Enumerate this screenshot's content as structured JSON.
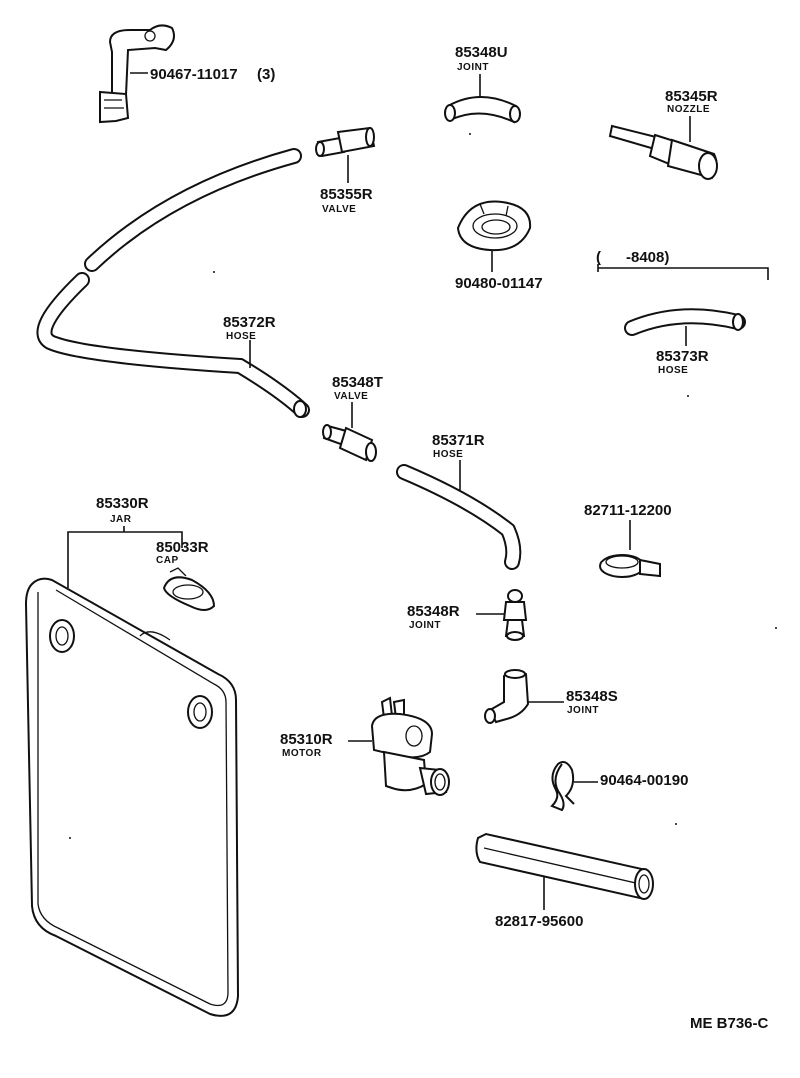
{
  "diagram_code": "ME B736-C",
  "parts": {
    "bracket": {
      "number": "90467-11017",
      "qty": "(3)"
    },
    "joint_u": {
      "number": "85348U",
      "name": "JOINT"
    },
    "nozzle": {
      "number": "85345R",
      "name": "NOZZLE"
    },
    "valve_r": {
      "number": "85355R",
      "name": "VALVE"
    },
    "grommet": {
      "number": "90480-01147"
    },
    "date_range": {
      "text": "(      -8408)"
    },
    "hose_372": {
      "number": "85372R",
      "name": "HOSE"
    },
    "hose_373": {
      "number": "85373R",
      "name": "HOSE"
    },
    "valve_t": {
      "number": "85348T",
      "name": "VALVE"
    },
    "hose_371": {
      "number": "85371R",
      "name": "HOSE"
    },
    "jar": {
      "number": "85330R",
      "name": "JAR"
    },
    "cap": {
      "number": "85033R",
      "name": "CAP"
    },
    "clamp": {
      "number": "82711-12200"
    },
    "joint_r": {
      "number": "85348R",
      "name": "JOINT"
    },
    "joint_s": {
      "number": "85348S",
      "name": "JOINT"
    },
    "motor": {
      "number": "85310R",
      "name": "MOTOR"
    },
    "clip": {
      "number": "90464-00190"
    },
    "protector": {
      "number": "82817-95600"
    }
  }
}
